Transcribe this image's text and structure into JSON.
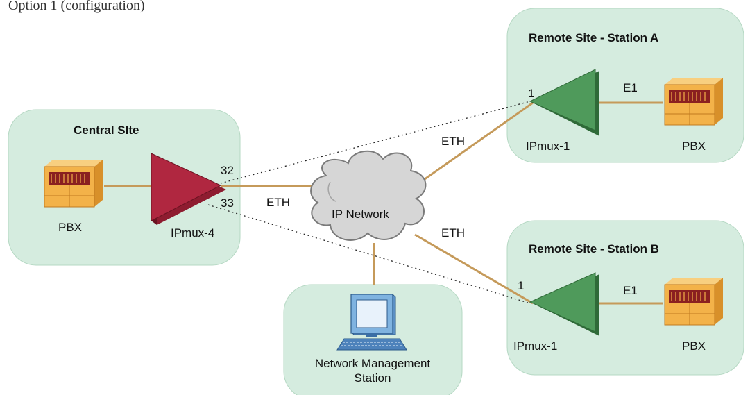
{
  "header_text": "Option 1 (configuration)",
  "sites": {
    "central": {
      "title": "Central SIte",
      "pbx_label": "PBX",
      "mux_label": "IPmux-4",
      "port_32": "32",
      "port_33": "33"
    },
    "station_a": {
      "title": "Remote Site - Station A",
      "mux_label": "IPmux-1",
      "pbx_label": "PBX",
      "port": "1",
      "link_label": "E1"
    },
    "station_b": {
      "title": "Remote Site - Station B",
      "mux_label": "IPmux-1",
      "pbx_label": "PBX",
      "port": "1",
      "link_label": "E1"
    },
    "nms": {
      "label_line1": "Network Management",
      "label_line2": "Station"
    }
  },
  "network": {
    "label": "IP Network"
  },
  "links": {
    "central_eth": "ETH",
    "station_a_eth": "ETH",
    "station_b_eth": "ETH"
  },
  "colors": {
    "site_fill": "#d5ecdf",
    "site_stroke": "#b5d8c3",
    "link": "#c59a5a",
    "mux_central": "#b02740",
    "mux_remote": "#4f9a5b",
    "cloud": "#d6d6d6",
    "pbx": "#f3b249",
    "monitor": "#7fb3e0"
  }
}
